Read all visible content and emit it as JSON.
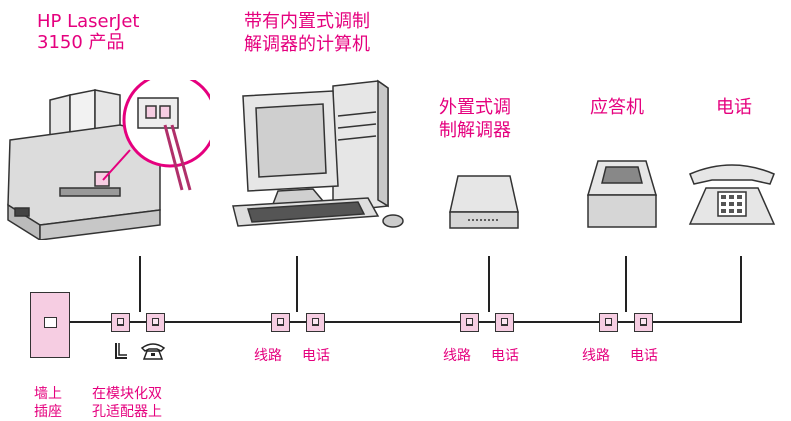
{
  "devices": {
    "printer": {
      "label_line1": "HP LaserJet",
      "label_line2": "3150 产品"
    },
    "computer": {
      "label_line1": "带有内置式调制",
      "label_line2": "解调器的计算机"
    },
    "ext_modem": {
      "label_line1": "外置式调",
      "label_line2": "制解调器"
    },
    "answering_machine": {
      "label": "应答机"
    },
    "telephone": {
      "label": "电话"
    }
  },
  "ports": {
    "computer": {
      "line": "线路",
      "phone": "电话"
    },
    "modem": {
      "line": "线路",
      "phone": "电话"
    },
    "answering": {
      "line": "线路",
      "phone": "电话"
    }
  },
  "bottom": {
    "wall_jack_line1": "墙上",
    "wall_jack_line2": "插座",
    "adapter_line1": "在模块化双",
    "adapter_line2": "孔适配器上"
  },
  "colors": {
    "label": "#e5007e",
    "jack_fill": "#f6cde2"
  }
}
